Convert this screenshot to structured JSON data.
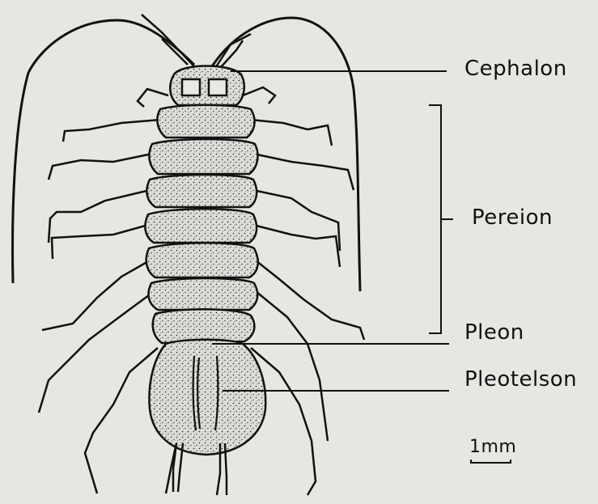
{
  "labels": {
    "cephalon": "Cephalon",
    "pereion": "Pereion",
    "pleon": "Pleon",
    "pleotelson": "Pleotelson"
  },
  "scale_bar": {
    "text": "1mm"
  },
  "colors": {
    "background": "#e6e6e3",
    "ink": "#111111",
    "stipple": "#d8d8d4"
  }
}
